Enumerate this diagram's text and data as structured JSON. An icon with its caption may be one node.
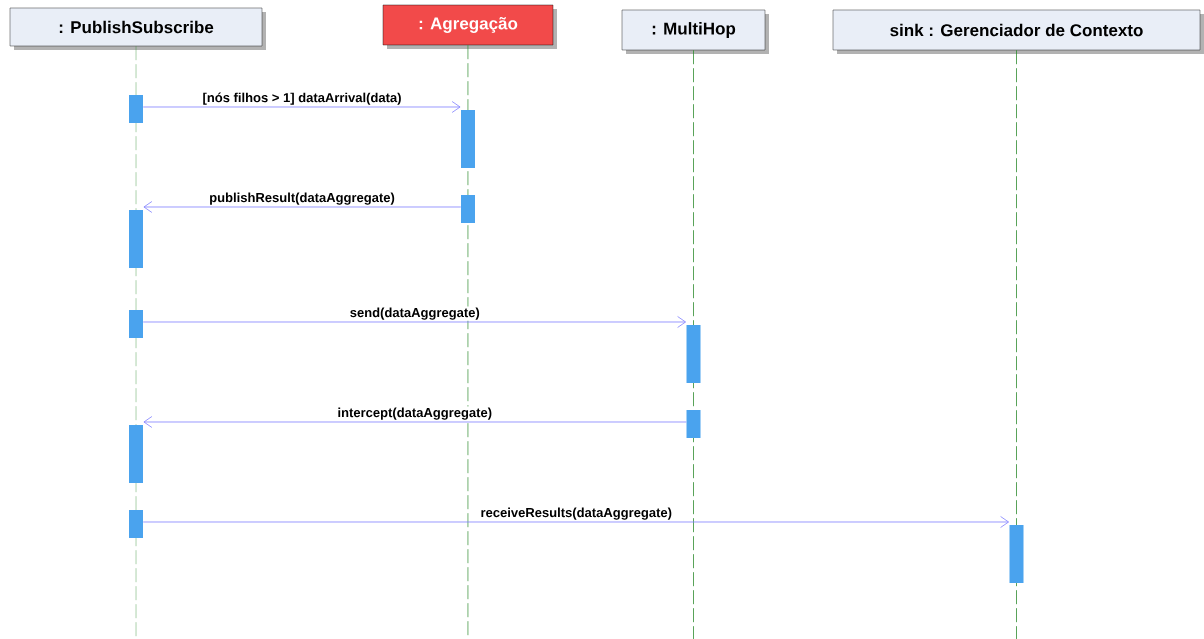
{
  "diagram": {
    "nodes": [
      {
        "text": [
          ": PublishSubscribe"
        ]
      },
      {
        "text": [
          ": Agregação"
        ]
      },
      {
        "text": [
          ": MultiHop"
        ]
      },
      {
        "text": [
          "sink : Gerenciador de Contexto"
        ]
      },
      {
        "text": [],
        "shape": "bar"
      },
      {
        "text": [],
        "shape": "bar"
      },
      {
        "text": [],
        "shape": "bar"
      },
      {
        "text": [],
        "shape": "bar"
      },
      {
        "text": [],
        "shape": "bar"
      },
      {
        "text": [],
        "shape": "bar"
      },
      {
        "text": [],
        "shape": "bar"
      },
      {
        "text": [],
        "shape": "bar"
      },
      {
        "text": [],
        "shape": "bar"
      },
      {
        "text": [],
        "shape": "bar"
      }
    ],
    "edges": [
      {
        "from": 4,
        "to": 5,
        "arrow": "to",
        "label": "[nós filhos > 1] dataArrival(data)"
      },
      {
        "from": 6,
        "to": 7,
        "arrow": "to",
        "label": "publishResult(dataAggregate)"
      },
      {
        "from": 8,
        "to": 9,
        "arrow": "to",
        "label": "send(dataAggregate)"
      },
      {
        "from": 10,
        "to": 11,
        "arrow": "to",
        "label": "intercept(dataAggregate)"
      },
      {
        "from": 12,
        "to": 13,
        "arrow": "to",
        "label": "receiveResults(dataAggregate)"
      }
    ]
  }
}
